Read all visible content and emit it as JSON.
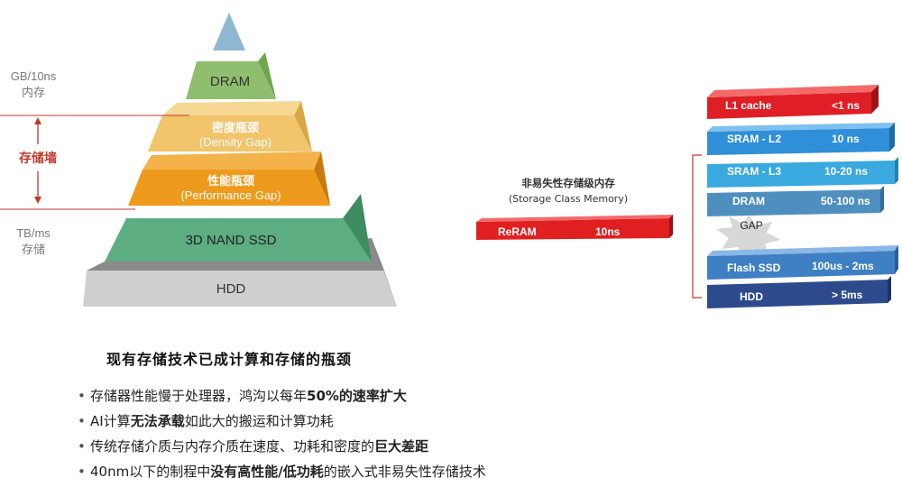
{
  "pyramid": {
    "top_label": "GB/10ns",
    "top_sub": "内存",
    "wall_label": "存储墙",
    "bottom_label": "TB/ms",
    "bottom_sub": "存储",
    "layers": [
      {
        "name": "DRAM",
        "sub": ""
      },
      {
        "name": "密度瓶颈",
        "sub": "(Density Gap)"
      },
      {
        "name": "性能瓶颈",
        "sub": "(Performance Gap)"
      },
      {
        "name": "3D NAND SSD",
        "sub": ""
      },
      {
        "name": "HDD",
        "sub": ""
      }
    ],
    "colors": {
      "tip": "#8fb8d0",
      "dram": "#8fbf6e",
      "density": "#f2c46b",
      "performance": "#ee9a1c",
      "nand": "#5cae82",
      "hdd": "#cfcfcf",
      "wall": "#c0392b"
    }
  },
  "scm": {
    "title": "非易失性存储级内存",
    "subtitle": "(Storage Class Memory)",
    "bar": {
      "name": "ReRAM",
      "value": "10ns",
      "color": "#e02020"
    }
  },
  "hierarchy": {
    "gap_label": "GAP",
    "items": [
      {
        "name": "L1 cache",
        "value": "<1 ns",
        "color": "#e01e25"
      },
      {
        "name": "SRAM - L2",
        "value": "10 ns",
        "color": "#2f8fd8"
      },
      {
        "name": "SRAM - L3",
        "value": "10-20 ns",
        "color": "#39a9e0"
      },
      {
        "name": "DRAM",
        "value": "50-100 ns",
        "color": "#4f8fc0"
      },
      {
        "name": "Flash SSD",
        "value": "100us - 2ms",
        "color": "#3f7fc4"
      },
      {
        "name": "HDD",
        "value": "> 5ms",
        "color": "#2d4b8c"
      }
    ]
  },
  "caption": "现有存储技术已成计算和存储的瓶颈",
  "bullets": [
    {
      "parts": [
        {
          "t": "存储器性能慢于处理器，鸿沟以每年",
          "b": false
        },
        {
          "t": "50%的速率扩大",
          "b": true
        }
      ]
    },
    {
      "parts": [
        {
          "t": "AI计算",
          "b": false
        },
        {
          "t": "无法承载",
          "b": true
        },
        {
          "t": "如此大的搬运和计算功耗",
          "b": false
        }
      ]
    },
    {
      "parts": [
        {
          "t": "传统存储介质与内存介质在速度、功耗和密度的",
          "b": false
        },
        {
          "t": "巨大差距",
          "b": true
        }
      ]
    },
    {
      "parts": [
        {
          "t": "40nm以下的制程中",
          "b": false
        },
        {
          "t": "没有高性能/低功耗",
          "b": true
        },
        {
          "t": "的嵌入式非易失性存储技术",
          "b": false
        }
      ]
    }
  ]
}
